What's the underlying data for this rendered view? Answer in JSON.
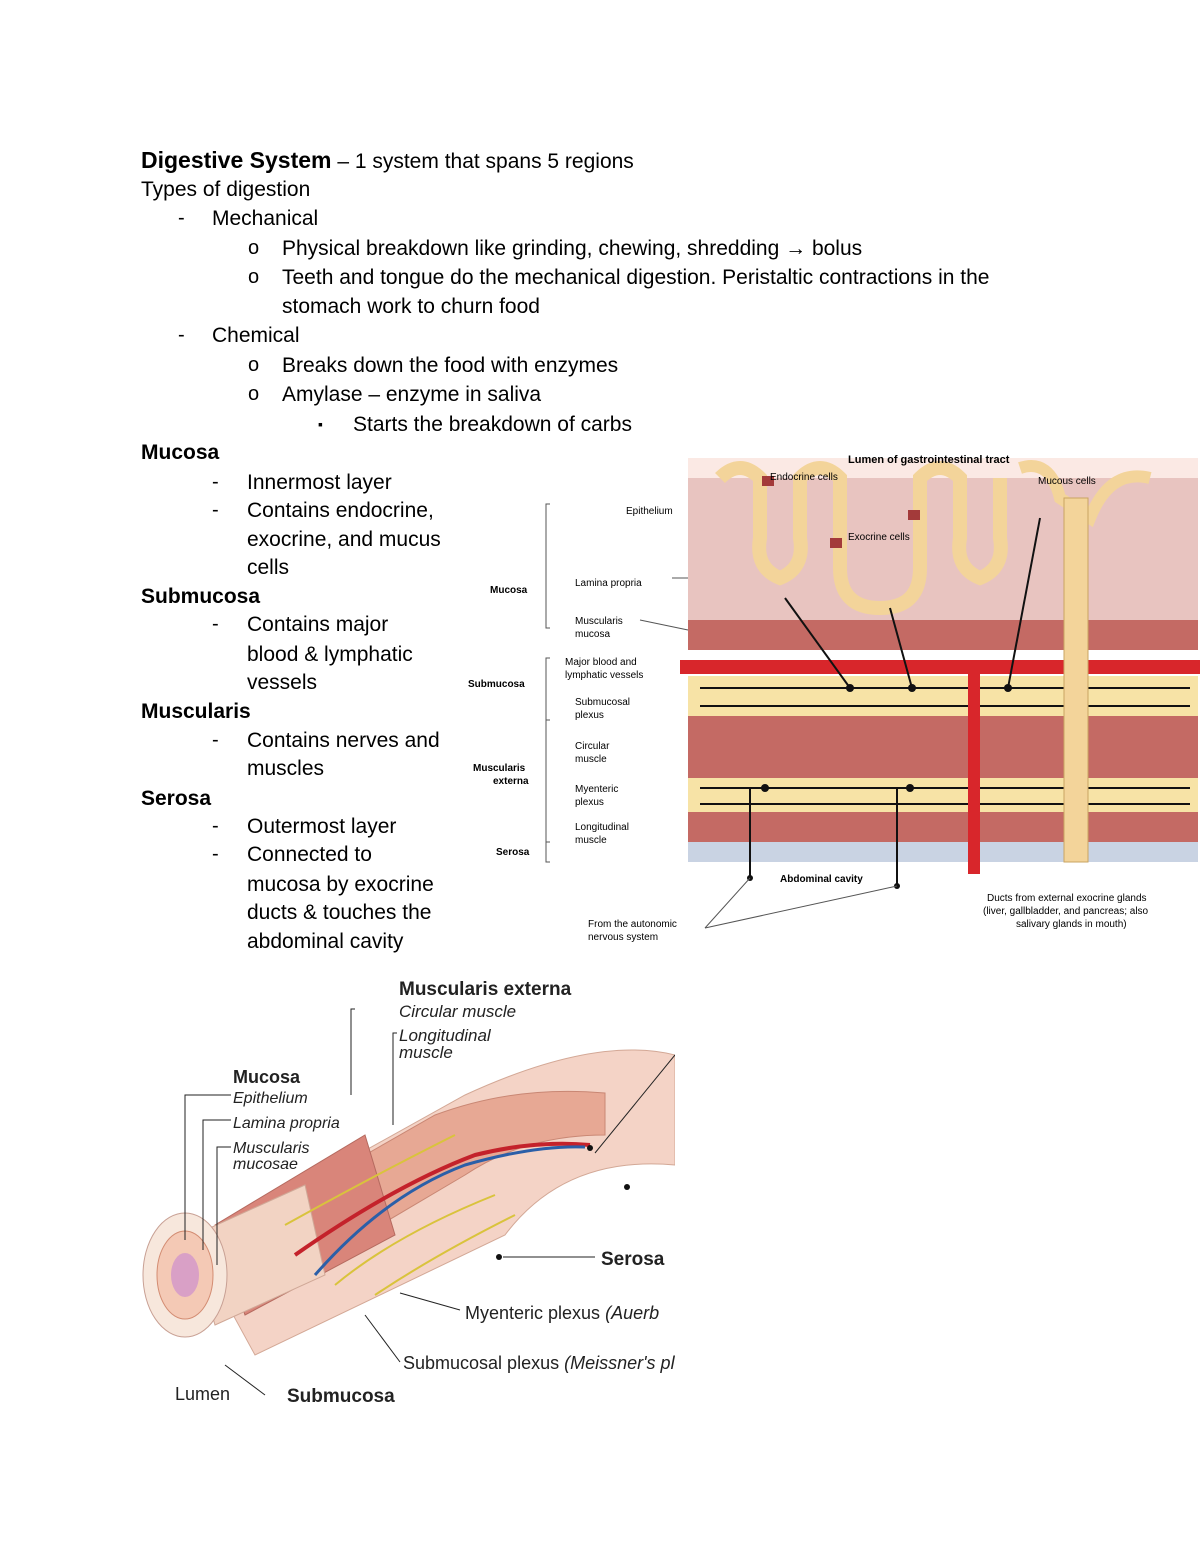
{
  "notes": {
    "title": "Digestive System",
    "title_rest": " – 1 system that spans 5 regions",
    "types_heading": "Types of digestion",
    "dash": "-",
    "circle": "o",
    "square": "▪",
    "mechanical": {
      "label": "Mechanical",
      "b1": "Physical breakdown like grinding, chewing, shredding → bolus",
      "b2_line1": "Teeth and tongue do the mechanical digestion. Peristaltic contractions in the",
      "b2_line2": "stomach work to churn food"
    },
    "chemical": {
      "label": "Chemical",
      "b1": "Breaks down the food with enzymes",
      "b2": "Amylase – enzyme in saliva",
      "b2_sub": "Starts the breakdown of carbs"
    },
    "mucosa": {
      "heading": "Mucosa",
      "i1": "Innermost layer",
      "i2_l1": "Contains endocrine,",
      "i2_l2": "exocrine, and mucus",
      "i2_l3": "cells"
    },
    "submucosa": {
      "heading": "Submucosa",
      "i1_l1": "Contains major",
      "i1_l2": "blood & lymphatic",
      "i1_l3": "vessels"
    },
    "muscularis": {
      "heading": "Muscularis",
      "i1_l1": "Contains nerves and",
      "i1_l2": "muscles"
    },
    "serosa": {
      "heading": "Serosa",
      "i1": "Outermost layer",
      "i2_l1": "Connected to",
      "i2_l2": "mucosa by exocrine",
      "i2_l3": "ducts & touches the",
      "i2_l4": "abdominal cavity"
    }
  },
  "figure1": {
    "lumen_label": "Lumen of gastrointestinal tract",
    "endocrine_cells": "Endocrine cells",
    "mucous_cells": "Mucous cells",
    "exocrine_cells": "Exocrine cells",
    "epithelium": "Epithelium",
    "mucosa": "Mucosa",
    "lamina_propria": "Lamina propria",
    "muscularis_l1": "Muscularis",
    "muscularis_l2": "mucosa",
    "major_l1": "Major blood and",
    "major_l2": "lymphatic vessels",
    "submucosa": "Submucosa",
    "submucosal_l1": "Submucosal",
    "submucosal_l2": "plexus",
    "muscularis_ext_l1": "Muscularis",
    "muscularis_ext_l2": "externa",
    "circular_l1": "Circular",
    "circular_l2": "muscle",
    "myenteric_l1": "Myenteric",
    "myenteric_l2": "plexus",
    "longitudinal_l1": "Longitudinal",
    "longitudinal_l2": "muscle",
    "serosa": "Serosa",
    "abdominal_cavity": "Abdominal cavity",
    "autonomic_l1": "From the autonomic",
    "autonomic_l2": "nervous system",
    "ducts_l1": "Ducts from external exocrine glands",
    "ducts_l2": "(liver, gallbladder, and pancreas; also",
    "ducts_l3": "salivary glands in mouth)"
  },
  "figure2": {
    "muscularis_externa": "Muscularis externa",
    "circular_muscle": "Circular muscle",
    "longitudinal_l1": "Longitudinal",
    "longitudinal_l2": "muscle",
    "mucosa": "Mucosa",
    "epithelium": "Epithelium",
    "lamina_propria": "Lamina propria",
    "muscularis_l1": "Muscularis",
    "muscularis_l2": "mucosae",
    "serosa": "Serosa",
    "myenteric": "Myenteric plexus",
    "myenteric_paren": "(Auerb",
    "submucosal": "Submucosal plexus",
    "submucosal_paren": "(Meissner's ple",
    "lumen": "Lumen",
    "submucosa": "Submucosa"
  },
  "colors": {
    "mucosa_pink": "#e8c4c0",
    "epithelium_tan": "#f3d49a",
    "muscle_red": "#c46a64",
    "submucosa_yellow": "#f7e3a6",
    "vessel_red": "#d8262b",
    "serosa_blue": "#c9d3e3"
  }
}
